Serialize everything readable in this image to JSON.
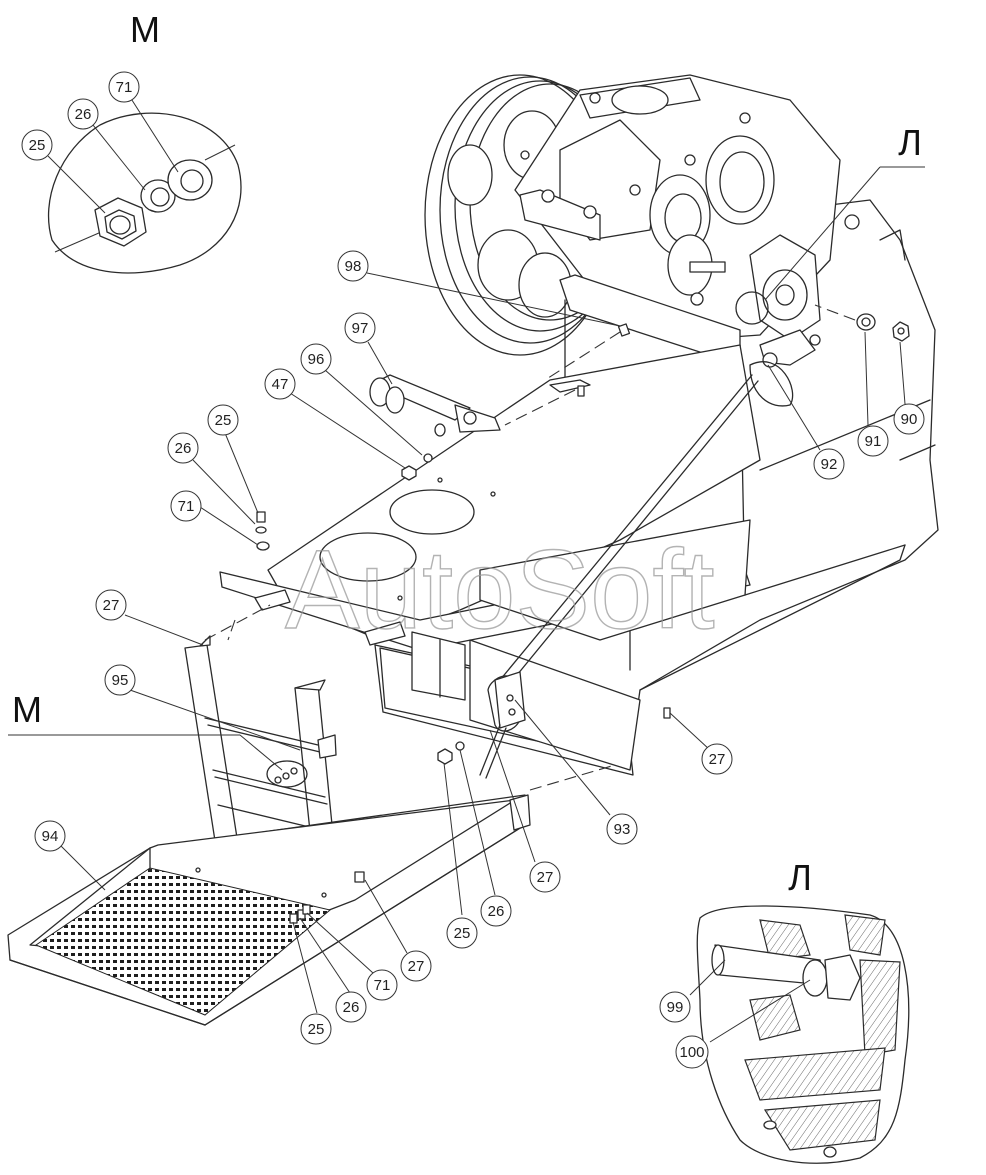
{
  "views": {
    "detail_m": {
      "label": "М"
    },
    "detail_l": {
      "label": "Л"
    },
    "main_m": {
      "label": "М"
    },
    "main_l": {
      "label": "Л"
    }
  },
  "callouts": [
    {
      "id": "c25a",
      "text": "25"
    },
    {
      "id": "c26a",
      "text": "26"
    },
    {
      "id": "c71a",
      "text": "71"
    },
    {
      "id": "c98",
      "text": "98"
    },
    {
      "id": "c97",
      "text": "97"
    },
    {
      "id": "c96",
      "text": "96"
    },
    {
      "id": "c47",
      "text": "47"
    },
    {
      "id": "c25b",
      "text": "25"
    },
    {
      "id": "c26b",
      "text": "26"
    },
    {
      "id": "c71b",
      "text": "71"
    },
    {
      "id": "c27a",
      "text": "27"
    },
    {
      "id": "c95",
      "text": "95"
    },
    {
      "id": "c94",
      "text": "94"
    },
    {
      "id": "c25c",
      "text": "25"
    },
    {
      "id": "c26c",
      "text": "26"
    },
    {
      "id": "c71c",
      "text": "71"
    },
    {
      "id": "c27b",
      "text": "27"
    },
    {
      "id": "c25d",
      "text": "25"
    },
    {
      "id": "c26d",
      "text": "26"
    },
    {
      "id": "c27c",
      "text": "27"
    },
    {
      "id": "c93",
      "text": "93"
    },
    {
      "id": "c27d",
      "text": "27"
    },
    {
      "id": "c92",
      "text": "92"
    },
    {
      "id": "c91",
      "text": "91"
    },
    {
      "id": "c90",
      "text": "90"
    },
    {
      "id": "c99",
      "text": "99"
    },
    {
      "id": "c100",
      "text": "100"
    }
  ],
  "watermark": "AutoSoft"
}
